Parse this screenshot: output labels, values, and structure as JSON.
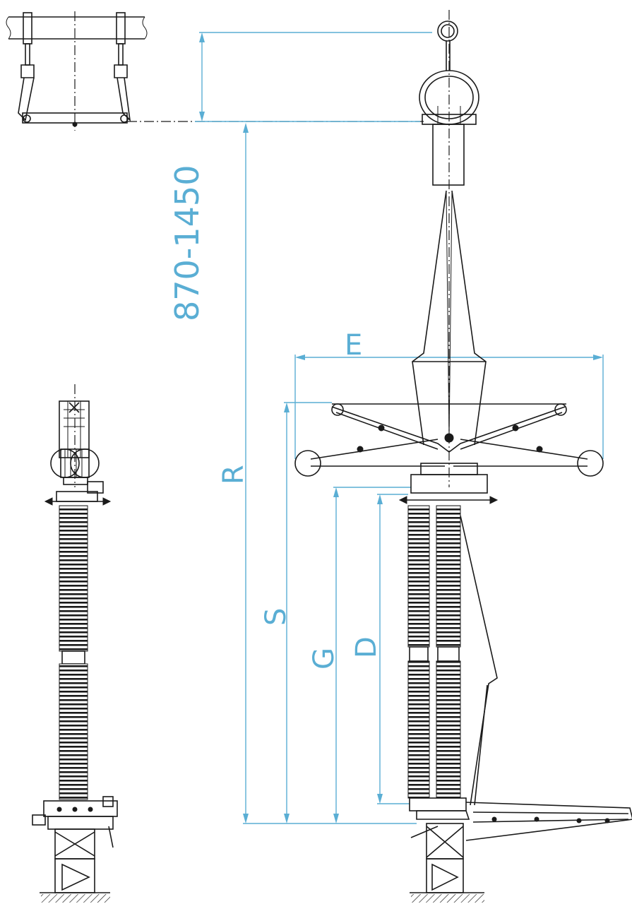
{
  "drawing": {
    "colors": {
      "line": "#1a1a1a",
      "dimension": "#5aaed4",
      "background": "#ffffff"
    },
    "dimension_labels": {
      "height_range": "870-1450",
      "E": "E",
      "R": "R",
      "S": "S",
      "G": "G",
      "D": "D"
    }
  }
}
